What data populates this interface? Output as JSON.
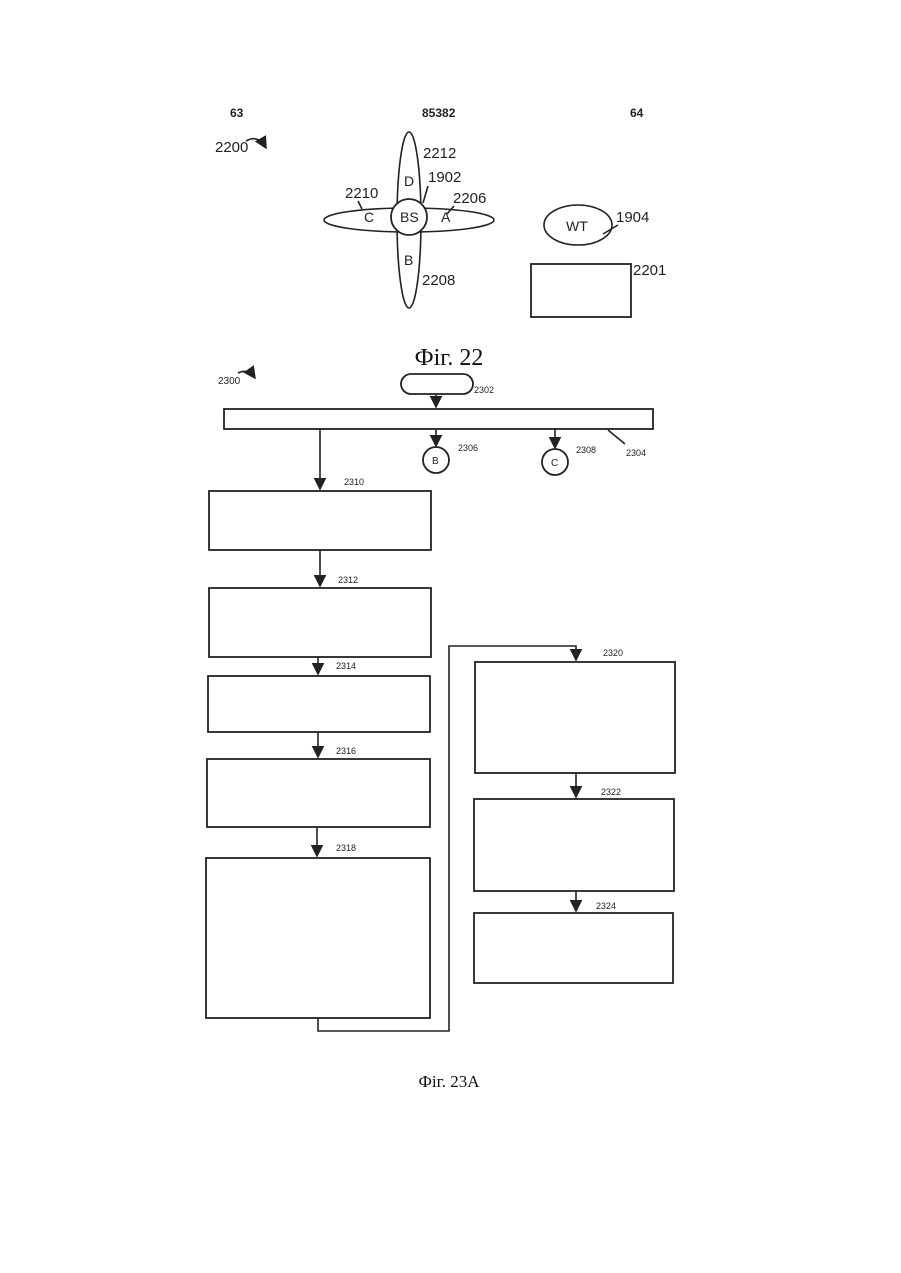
{
  "header": {
    "left": "63",
    "center": "85382",
    "right": "64"
  },
  "fig22": {
    "ref_main": "2200",
    "sectors": {
      "top": "D",
      "bottom": "B",
      "left": "C",
      "right": "A"
    },
    "bs_label": "BS",
    "refs": {
      "sector_d": "2212",
      "bs": "1902",
      "sector_a": "2206",
      "sector_c": "2210",
      "sector_b": "2208",
      "wt": "1904",
      "box": "2201"
    },
    "wt_label": "WT",
    "caption": "Фіг. 22"
  },
  "fig23a": {
    "ref_main": "2300",
    "start_ref": "2302",
    "bar_ref": "2304",
    "connector_b": {
      "label": "B",
      "ref": "2306"
    },
    "connector_c": {
      "label": "C",
      "ref": "2308"
    },
    "box_refs": [
      "2310",
      "2312",
      "2314",
      "2316",
      "2318",
      "2320",
      "2322",
      "2324"
    ],
    "caption": "Фіг. 23A"
  }
}
